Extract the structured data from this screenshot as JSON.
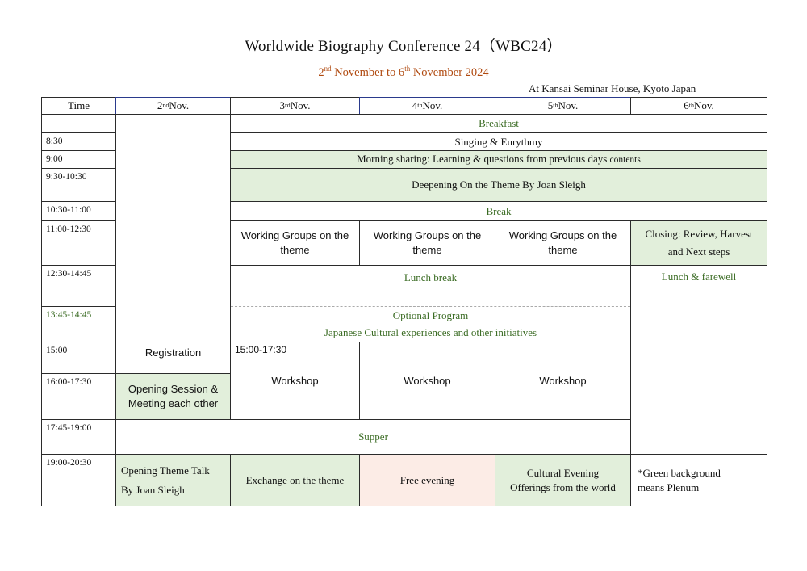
{
  "header": {
    "title": "Worldwide Biography Conference 24（WBC24）",
    "subtitle": {
      "start_day": "2",
      "start_suffix": "nd",
      "middle": " November to 6",
      "end_suffix": "th",
      "end": " November 2024"
    },
    "venue": "At Kansai Seminar House, Kyoto Japan"
  },
  "columns": {
    "time": "Time",
    "days": [
      {
        "num": "2",
        "suffix": "nd",
        "label": " Nov."
      },
      {
        "num": "3",
        "suffix": "rd",
        "label": " Nov."
      },
      {
        "num": "4",
        "suffix": "th",
        "label": " Nov."
      },
      {
        "num": "5",
        "suffix": "th",
        "label": " Nov."
      },
      {
        "num": "6",
        "suffix": "th",
        "label": " Nov."
      }
    ]
  },
  "times": {
    "t830": "8:30",
    "t900": "9:00",
    "t930": "9:30-10:30",
    "t1030": "10:30-11:00",
    "t1100": "11:00-12:30",
    "t1230": "12:30-14:45",
    "t1345": "13:45-14:45",
    "t1500": "15:00",
    "t1600": "16:00-17:30",
    "t1745": "17:45-19:00",
    "t1900": "19:00-20:30"
  },
  "events": {
    "breakfast": "Breakfast",
    "singing": "Singing & Eurythmy",
    "morning_sharing": "Morning sharing: Learning & questions from previous days",
    "morning_sharing_tail": "contents",
    "deepening": "Deepening On the Theme By Joan Sleigh",
    "break": "Break",
    "working_groups_1": "Working Groups  on the",
    "working_groups_2": "theme",
    "closing_1": "Closing: Review, Harvest",
    "closing_2": "and Next steps",
    "lunch": "Lunch break",
    "lunch_farewell": "Lunch & farewell",
    "optional": "Optional Program",
    "japanese": "Japanese Cultural experiences and other initiatives",
    "registration": "Registration",
    "workshop_time": "15:00-17:30",
    "workshop": "Workshop",
    "opening_session_1": "Opening Session &",
    "opening_session_2": "Meeting each other",
    "supper": "Supper",
    "opening_talk_1": "Opening Theme Talk",
    "opening_talk_2": "By Joan Sleigh",
    "exchange": "Exchange on the theme",
    "free_evening": "Free evening",
    "cultural_1": "Cultural Evening",
    "cultural_2": "Offerings from the world",
    "note_1": "*Green background",
    "note_2": "means Plenum"
  },
  "colors": {
    "plenum_green": "#e2efdb",
    "free_evening_pink": "#fcece6",
    "green_text": "#3a6b23",
    "subtitle_orange": "#b04a10"
  }
}
